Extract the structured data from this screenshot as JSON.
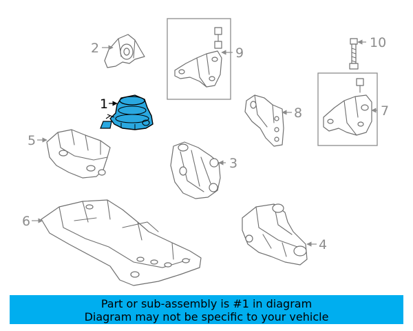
{
  "diagram": {
    "callouts": [
      "1",
      "2",
      "3",
      "4",
      "5",
      "6",
      "7",
      "8",
      "9",
      "10"
    ],
    "highlight_color": "#2aa8e0",
    "callout_color": "#8c8c8c",
    "highlighted_callout": "1"
  },
  "banner": {
    "line1": "Part or sub-assembly is #1 in diagram",
    "line2": "Diagram may not be specific to your vehicle",
    "background_color": "#00aeef"
  }
}
